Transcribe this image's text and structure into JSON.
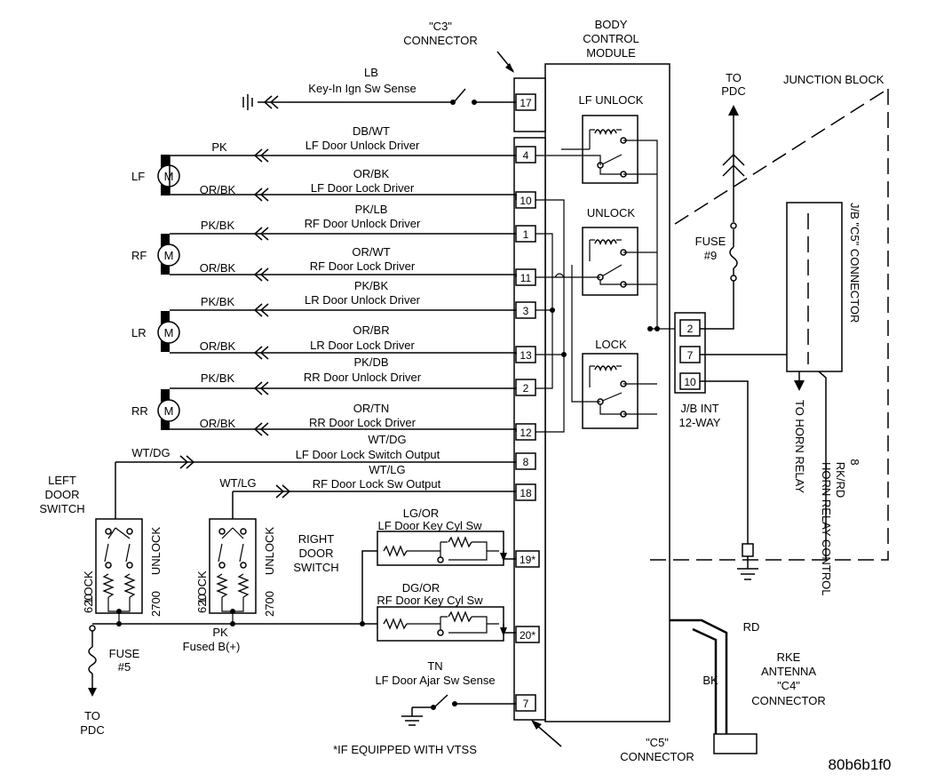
{
  "header": {
    "c3_connector": [
      "\"C3\"",
      "CONNECTOR"
    ],
    "bcm": [
      "BODY",
      "CONTROL",
      "MODULE"
    ],
    "to_pdc_top": [
      "TO",
      "PDC"
    ],
    "junction_block": "JUNCTION BLOCK"
  },
  "circuits": [
    {
      "pin": "17",
      "color": "LB",
      "desc": "Key-In Ign Sw Sense"
    },
    {
      "pin": "4",
      "color": "DB/WT",
      "desc": "LF Door Unlock Driver",
      "wire": "PK"
    },
    {
      "pin": "10",
      "color": "OR/BK",
      "desc": "LF Door Lock Driver",
      "wire": "OR/BK"
    },
    {
      "pin": "1",
      "color": "PK/LB",
      "desc": "RF Door Unlock Driver",
      "wire": "PK/BK"
    },
    {
      "pin": "11",
      "color": "OR/WT",
      "desc": "RF Door Lock Driver",
      "wire": "OR/BK"
    },
    {
      "pin": "3",
      "color": "PK/BK",
      "desc": "LR Door Unlock Driver",
      "wire": "PK/BK"
    },
    {
      "pin": "13",
      "color": "OR/BR",
      "desc": "LR Door Lock Driver",
      "wire": "OR/BK"
    },
    {
      "pin": "2",
      "color": "PK/DB",
      "desc": "RR Door Unlock Driver",
      "wire": "PK/BK"
    },
    {
      "pin": "12",
      "color": "OR/TN",
      "desc": "RR Door Lock Driver",
      "wire": "OR/BK"
    },
    {
      "pin": "8",
      "color": "WT/DG",
      "desc": "LF Door Lock Switch Output",
      "wire": "WT/DG"
    },
    {
      "pin": "18",
      "color": "WT/LG",
      "desc": "RF Door Lock Sw Output",
      "wire": "WT/LG"
    },
    {
      "pin": "19*",
      "color": "LG/OR",
      "desc": "LF Door Key Cyl Sw"
    },
    {
      "pin": "20*",
      "color": "DG/OR",
      "desc": "RF Door Key Cyl Sw"
    },
    {
      "pin": "7",
      "color": "TN",
      "desc": "LF Door Ajar Sw Sense"
    }
  ],
  "motors": {
    "symbol": "M",
    "labels": [
      "LF",
      "RF",
      "LR",
      "RR"
    ]
  },
  "relays": [
    "LF UNLOCK",
    "UNLOCK",
    "LOCK"
  ],
  "switches": {
    "left": [
      "LEFT",
      "DOOR",
      "SWITCH"
    ],
    "right": [
      "RIGHT",
      "DOOR",
      "SWITCH"
    ],
    "lock": "LOCK",
    "unlock": "UNLOCK",
    "r_lock": "620",
    "r_unlock": "2700"
  },
  "power": {
    "wire": "PK",
    "fused": "Fused B(+)",
    "fuse5": [
      "FUSE",
      "#5"
    ],
    "to_pdc": [
      "TO",
      "PDC"
    ],
    "fuse9": [
      "FUSE",
      "#9"
    ]
  },
  "jb": {
    "pins": [
      "2",
      "7",
      "10"
    ],
    "label": [
      "J/B INT",
      "12-WAY"
    ],
    "c5_connector": "J/B \"C5\" CONNECTOR",
    "horn_wire": [
      "8",
      "RK/RD",
      "HORN RELAY CONTROL"
    ],
    "to_horn": "TO HORN RELAY"
  },
  "rke": {
    "rd": "RD",
    "bk": "BK",
    "label": [
      "RKE",
      "ANTENNA",
      "\"C4\"",
      "CONNECTOR"
    ]
  },
  "footer": {
    "c5": [
      "\"C5\"",
      "CONNECTOR"
    ],
    "note": "*IF EQUIPPED WITH VTSS",
    "id": "80b6b1f0"
  }
}
